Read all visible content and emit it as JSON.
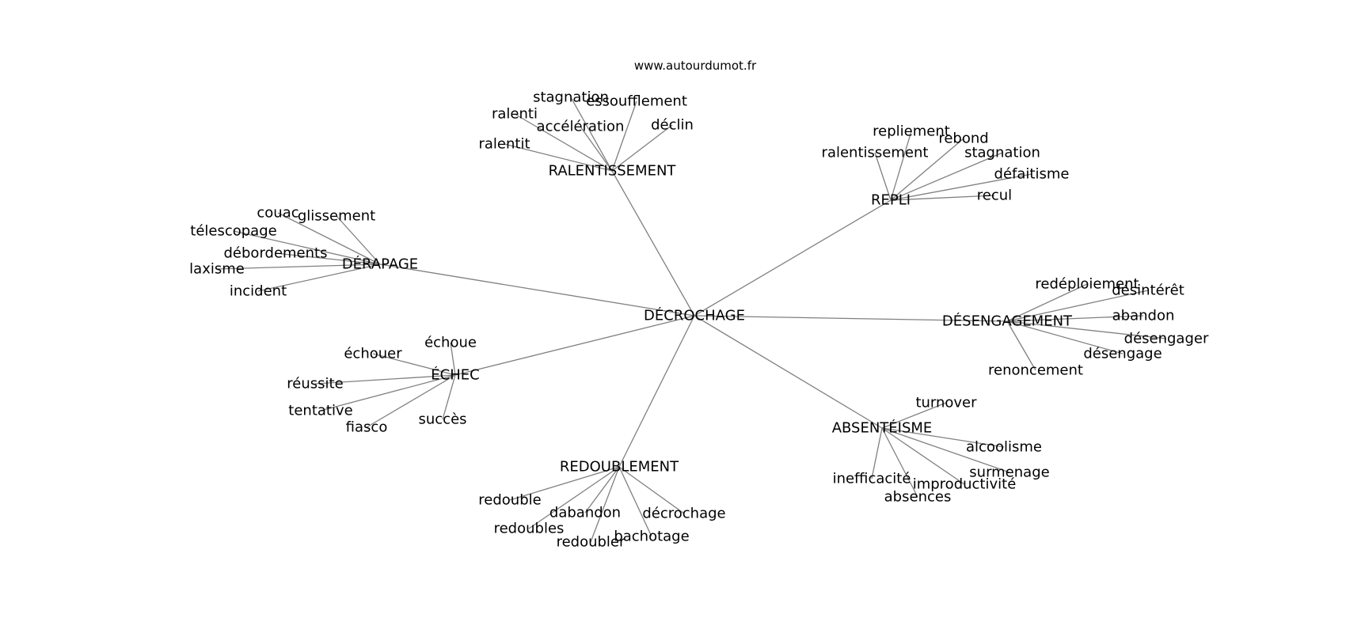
{
  "site": "www.autourdumot.fr",
  "center": "DÉCROCHAGE",
  "clusters": [
    {
      "hub": "RALENTISSEMENT",
      "words": [
        "stagnation",
        "essoufflement",
        "ralenti",
        "accélération",
        "déclin",
        "ralentit"
      ]
    },
    {
      "hub": "REPLI",
      "words": [
        "repliement",
        "rebond",
        "ralentissement",
        "stagnation",
        "défaitisme",
        "recul"
      ]
    },
    {
      "hub": "DÉRAPAGE",
      "words": [
        "couac",
        "glissement",
        "télescopage",
        "débordements",
        "laxisme",
        "incident"
      ]
    },
    {
      "hub": "DÉSENGAGEMENT",
      "words": [
        "redéploiement",
        "désintérêt",
        "abandon",
        "désengager",
        "désengage",
        "renoncement"
      ]
    },
    {
      "hub": "ÉCHEC",
      "words": [
        "échouer",
        "échoue",
        "réussite",
        "tentative",
        "fiasco",
        "succès"
      ]
    },
    {
      "hub": "ABSENTÉISME",
      "words": [
        "turnover",
        "alcoolisme",
        "surmenage",
        "inefficacité",
        "improductivité",
        "absences"
      ]
    },
    {
      "hub": "REDOUBLEMENT",
      "words": [
        "redouble",
        "dabandon",
        "décrochage",
        "redoubles",
        "redoubler",
        "bachotage"
      ]
    }
  ]
}
